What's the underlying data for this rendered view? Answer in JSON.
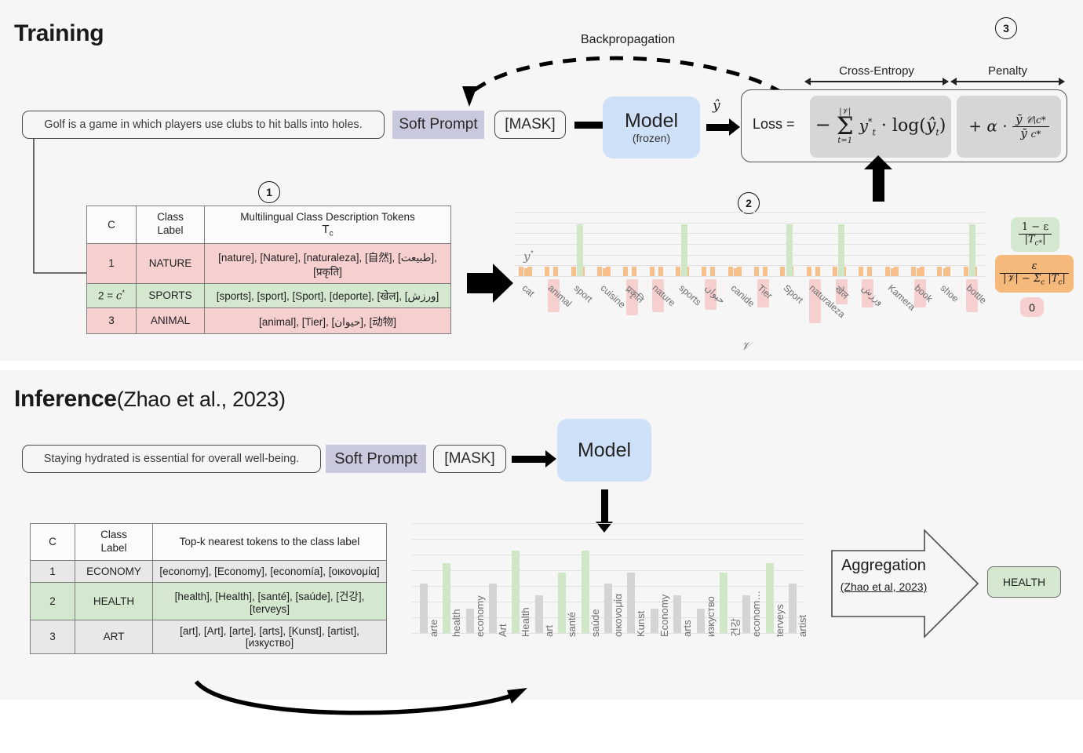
{
  "training": {
    "title": "Training",
    "sentence": "Golf is a game in which players use clubs to hit balls into holes.",
    "soft_prompt": "Soft Prompt",
    "mask": "[MASK]",
    "model_name": "Model",
    "model_sub": "(frozen)",
    "backprop_label": "Backpropagation",
    "yhat_label": "ŷ",
    "loss_label": "Loss =",
    "ce_label": "Cross-Entropy",
    "penalty_label": "Penalty",
    "ce_formula": "− Σ(t=1..|V|) y*t · log(ŷt)",
    "penalty_formula": "+ α · ȳ^{C\\c*} / ȳ^{c*}",
    "markers": {
      "one": "1",
      "two": "2",
      "three": "3"
    },
    "table": {
      "headers": [
        "C",
        "Class Label",
        "Multilingual Class Description Tokens T_c"
      ],
      "header_main": "Multilingual Class Description Tokens",
      "header_sub": "T",
      "header_sub_idx": "c",
      "rows": [
        {
          "c": "1",
          "label": "NATURE",
          "tokens": "[nature], [Nature], [naturaleza], [自然], [طبيعت], [प्रकृति]",
          "style": "pink"
        },
        {
          "c": "2 = c*",
          "label": "SPORTS",
          "tokens": "[sports], [sport], [Sport], [deporte], [खेल], [ورزش]",
          "style": "green"
        },
        {
          "c": "3",
          "label": "ANIMAL",
          "tokens": "[animal], [Tier], [حيوان], [动物]",
          "style": "pink"
        }
      ]
    },
    "legend": {
      "green": {
        "num": "1 − ε",
        "den": "|T_c*|"
      },
      "orange": {
        "num": "ε",
        "den": "|V| − Σ_c |T_c|"
      },
      "pink": "0"
    }
  },
  "inference": {
    "title": "Inference",
    "citation": "(Zhao et al., 2023)",
    "sentence": "Staying hydrated is essential for overall well-being.",
    "soft_prompt": "Soft Prompt",
    "mask": "[MASK]",
    "model_name": "Model",
    "aggregation_label": "Aggregation",
    "aggregation_cite": "(Zhao et al, 2023)",
    "output": "HEALTH",
    "table": {
      "headers": [
        "C",
        "Class Label",
        "Top-k nearest tokens to the class label"
      ],
      "rows": [
        {
          "c": "1",
          "label": "ECONOMY",
          "tokens": "[economy], [Economy], [economía], [οικονομία]",
          "style": "grey"
        },
        {
          "c": "2",
          "label": "HEALTH",
          "tokens": "[health], [Health], [santé], [saúde], [건강], [terveys]",
          "style": "green"
        },
        {
          "c": "3",
          "label": "ART",
          "tokens": "[art], [Art], [arte], [arts], [Kunst], [artist], [изкуство]",
          "style": "grey"
        }
      ]
    }
  },
  "chart_data": [
    {
      "id": "training-distribution",
      "type": "bar",
      "title": "",
      "xlabel": "V",
      "ylabel": "y*",
      "ylim": [
        0,
        1
      ],
      "grid": true,
      "categories": [
        "cat",
        "animal",
        "sport",
        "cuisine",
        "प्रकृति",
        "nature",
        "sports",
        "حيوان",
        "canide",
        "Tier",
        "Sport",
        "naturaleza",
        "खेल",
        "ورزش",
        "Kamera",
        "book",
        "shoe",
        "bottle"
      ],
      "note": "green = target class tokens (1-ε)/|Tc*|, orange = smoothing ε/(|V|-Σ|Tc|), pink-highlighted labels = other class tokens with value 0",
      "series": [
        {
          "name": "y*",
          "values": [
            0.12,
            0.0,
            0.8,
            0.12,
            0.0,
            0.0,
            0.8,
            0.0,
            0.12,
            0.0,
            0.8,
            0.0,
            0.8,
            0.0,
            0.12,
            0.12,
            0.12,
            0.8
          ]
        }
      ],
      "bar_colors": [
        "orange",
        "pink",
        "green",
        "orange",
        "pink",
        "pink",
        "green",
        "pink",
        "orange",
        "pink",
        "green",
        "pink",
        "green",
        "pink",
        "orange",
        "orange",
        "orange",
        "green"
      ],
      "highlighted_labels": [
        "animal",
        "प्रकृति",
        "nature",
        "حيوان",
        "Tier",
        "naturaleza",
        "खेल",
        "ورزش",
        "book",
        "bottle"
      ]
    },
    {
      "id": "inference-distribution",
      "type": "bar",
      "title": "",
      "xlabel": "",
      "ylabel": "",
      "ylim": [
        0,
        1
      ],
      "grid": true,
      "categories": [
        "arte",
        "health",
        "economy",
        "Art",
        "Health",
        "art",
        "santé",
        "saúde",
        "οικονομία",
        "Kunst",
        "Economy",
        "arts",
        "изкуство",
        "건강",
        "econom…",
        "terveys",
        "artist"
      ],
      "series": [
        {
          "name": "probability",
          "values": [
            0.52,
            0.74,
            0.26,
            0.52,
            0.87,
            0.4,
            0.64,
            0.87,
            0.52,
            0.64,
            0.26,
            0.4,
            0.26,
            0.64,
            0.4,
            0.74,
            0.52
          ]
        }
      ],
      "bar_colors": [
        "grey",
        "green",
        "grey",
        "grey",
        "green",
        "grey",
        "green",
        "green",
        "grey",
        "grey",
        "grey",
        "grey",
        "grey",
        "green",
        "grey",
        "green",
        "grey"
      ]
    }
  ],
  "colors": {
    "green": "#cfe6c7",
    "orange": "#f7c08a",
    "pink": "#f6cfcf",
    "grey_bar": "#d4d4d4",
    "soft_prompt": "#c9c9de",
    "model_blue": "#cfe0f9",
    "panel_bg": "#f6f6f6"
  }
}
